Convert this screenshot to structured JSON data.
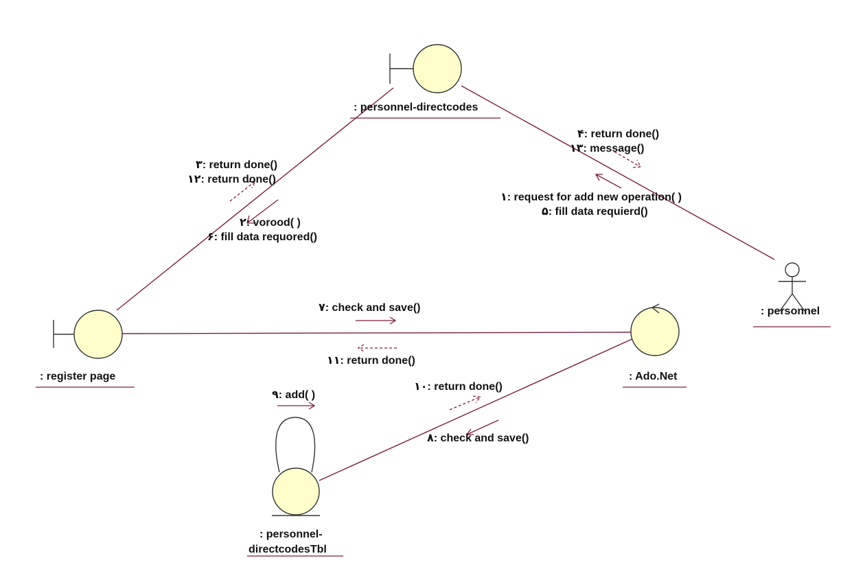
{
  "colors": {
    "link": "#7a1f3d",
    "object_fill": "#ffffcc",
    "outline": "#333333",
    "text": "#111111"
  },
  "objects": {
    "personnel_directcodes": {
      "label": ": personnel-directcodes",
      "kind": "boundary"
    },
    "register_page": {
      "label": ": register page",
      "kind": "boundary"
    },
    "ado_net": {
      "label": ": Ado.Net",
      "kind": "control"
    },
    "personnel_directcodes_tbl": {
      "label_line1": ": personnel-",
      "label_line2": "directcodesTbl",
      "kind": "entity"
    },
    "personnel": {
      "label": ": personnel",
      "kind": "actor"
    }
  },
  "messages": {
    "m1": ": request for add new operation( )",
    "m1_num": "١",
    "m2": ": vorood( )",
    "m2_num": "٢",
    "m3": ": return done()",
    "m3_num": "٣",
    "m4": ": return done()",
    "m4_num": "۴",
    "m5": ": fill data requierd()",
    "m5_num": "۵",
    "m6": ": fill data requored()",
    "m6_num": "۶",
    "m7": ": check and save()",
    "m7_num": "٧",
    "m8": ": check and save()",
    "m8_num": "٨",
    "m9": ": add( )",
    "m9_num": "٩",
    "m10": ": return done()",
    "m10_num": "١٠",
    "m11": ": return done()",
    "m11_num": "١١",
    "m12": ": return done()",
    "m12_num": "١٢",
    "m13": ": message()",
    "m13_num": "١٣"
  }
}
